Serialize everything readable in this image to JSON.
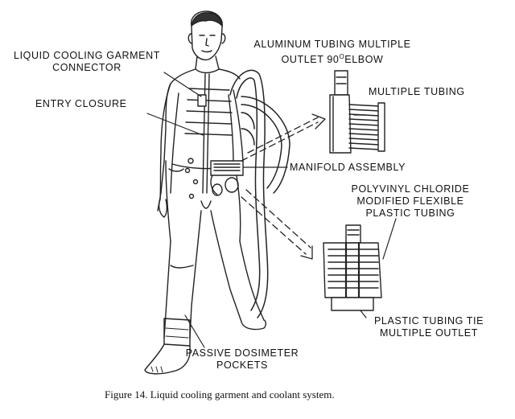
{
  "labels": {
    "connector": [
      "LIQUID COOLING GARMENT",
      "CONNECTOR"
    ],
    "entry_closure": "ENTRY CLOSURE",
    "aluminum_tubing": [
      "ALUMINUM TUBING MULTIPLE",
      "OUTLET 90",
      "O",
      "ELBOW"
    ],
    "multiple_tubing": "MULTIPLE TUBING",
    "manifold": "MANIFOLD ASSEMBLY",
    "pvc_tubing": [
      "POLYVINYL CHLORIDE",
      "MODIFIED FLEXIBLE",
      "PLASTIC TUBING"
    ],
    "tie": [
      "PLASTIC TUBING TIE",
      "MULTIPLE OUTLET"
    ],
    "dosimeter": [
      "PASSIVE DOSIMETER",
      "POCKETS"
    ]
  },
  "caption": "Figure 14.  Liquid cooling garment and coolant system."
}
